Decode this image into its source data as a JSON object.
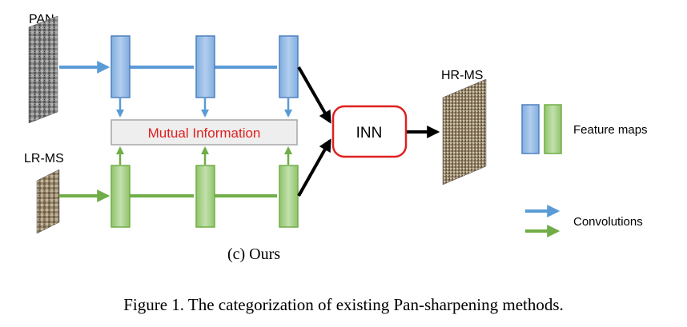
{
  "diagram": {
    "inputs": {
      "pan_label": "PAN",
      "lrms_label": "LR-MS"
    },
    "mutual_information_label": "Mutual Information",
    "inn_label": "INN",
    "output_label": "HR-MS",
    "subcaption": "(c) Ours"
  },
  "legend": {
    "feature_maps_label": "Feature maps",
    "convolutions_label": "Convolutions"
  },
  "figure_caption": "Figure 1. The categorization of existing Pan-sharpening methods.",
  "colors": {
    "blue_fill": "#9dbde6",
    "blue_stroke": "#4f81bd",
    "blue_arrow": "#5b9bd5",
    "green_fill": "#a9d08e",
    "green_stroke": "#70ad47",
    "green_arrow": "#70ad47",
    "mi_text": "#e02020",
    "inn_border": "#e02020"
  }
}
